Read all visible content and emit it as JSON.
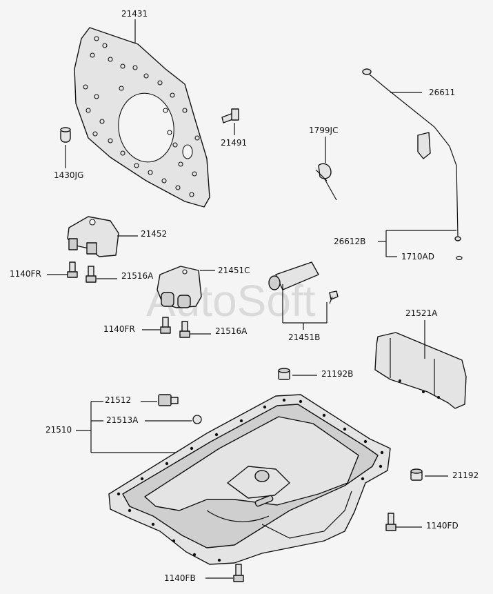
{
  "watermark": "AutoSoft",
  "labels": {
    "p21431": "21431",
    "p21491": "21491",
    "p1430jg": "1430JG",
    "p26611": "26611",
    "p1799jc": "1799JC",
    "p26612b": "26612B",
    "p1710ad": "1710AD",
    "p21452": "21452",
    "p1140fr_a": "1140FR",
    "p21516a_a": "21516A",
    "p21451c": "21451C",
    "p1140fr_b": "1140FR",
    "p21516a_b": "21516A",
    "p21451b": "21451B",
    "p21521a": "21521A",
    "p21192b": "21192B",
    "p21512": "21512",
    "p21510": "21510",
    "p21513a": "21513A",
    "p21192": "21192",
    "p1140fd": "1140FD",
    "p1140fb": "1140FB"
  },
  "colors": {
    "background": "#f5f5f5",
    "line": "#111111",
    "fill": "#e4e4e4"
  }
}
